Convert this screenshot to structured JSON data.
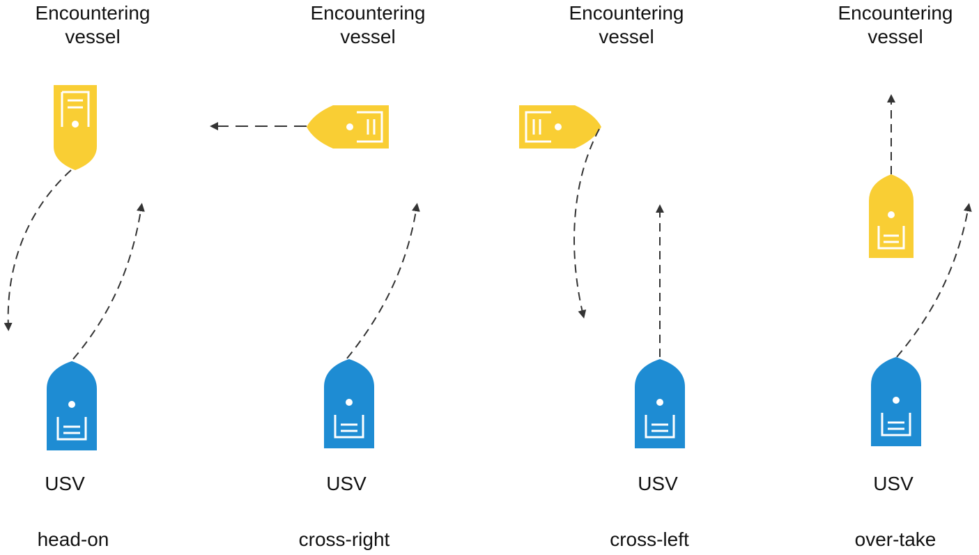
{
  "colors": {
    "encountering_vessel": "#F9CE34",
    "usv": "#1E8CD3",
    "trajectory": "#333333",
    "hull_detail": "#FFFFFF"
  },
  "scenarios": [
    {
      "id": "head-on",
      "vessel_label": "Encountering\nvessel",
      "usv_label": "USV",
      "scenario_label": "head-on"
    },
    {
      "id": "cross-right",
      "vessel_label": "Encountering\nvessel",
      "usv_label": "USV",
      "scenario_label": "cross-right"
    },
    {
      "id": "cross-left",
      "vessel_label": "Encountering\nvessel",
      "usv_label": "USV",
      "scenario_label": "cross-left"
    },
    {
      "id": "over-take",
      "vessel_label": "Encountering\nvessel",
      "usv_label": "USV",
      "scenario_label": "over-take"
    }
  ]
}
